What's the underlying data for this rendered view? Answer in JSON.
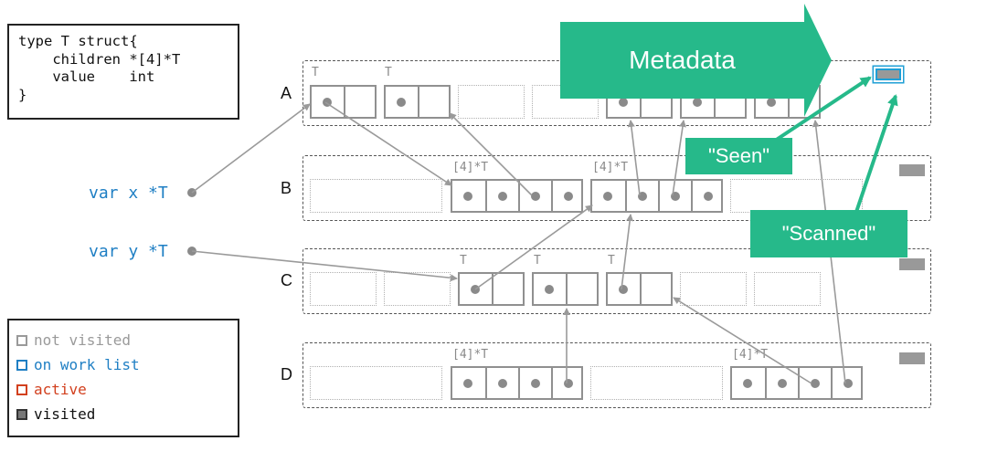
{
  "code": {
    "lines": [
      "type T struct{",
      "    children *[4]*T",
      "    value    int",
      "}"
    ]
  },
  "vars": {
    "x": "var x *T",
    "y": "var y *T"
  },
  "rows": {
    "a": "A",
    "b": "B",
    "c": "C",
    "d": "D"
  },
  "type_labels": {
    "t": "T",
    "array": "[4]*T"
  },
  "callouts": {
    "metadata": "Metadata",
    "seen": "\"Seen\"",
    "scanned": "\"Scanned\""
  },
  "legend": {
    "not_visited": "not visited",
    "on_work_list": "on work list",
    "active": "active",
    "visited": "visited"
  },
  "colors": {
    "not_visited": "#9a9a9a",
    "on_work_list": "#1f7fc4",
    "active": "#d2401e",
    "visited": "#333333",
    "callout": "#26b98a",
    "pointer": "#9a9a9a"
  }
}
